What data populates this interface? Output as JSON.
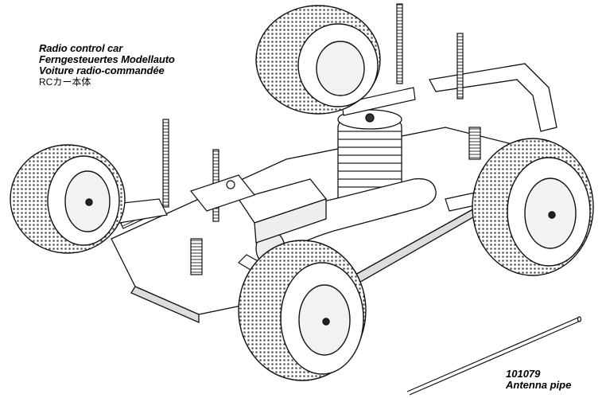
{
  "title_lines": {
    "en": "Radio control car",
    "de": "Ferngesteuertes Modellauto",
    "fr": "Voiture radio-commandée",
    "ja": "RCカー本体"
  },
  "part": {
    "number": "101079",
    "name": "Antenna pipe"
  },
  "icons": {
    "car": "rc-car-illustration-icon",
    "antenna": "antenna-pipe-icon"
  }
}
